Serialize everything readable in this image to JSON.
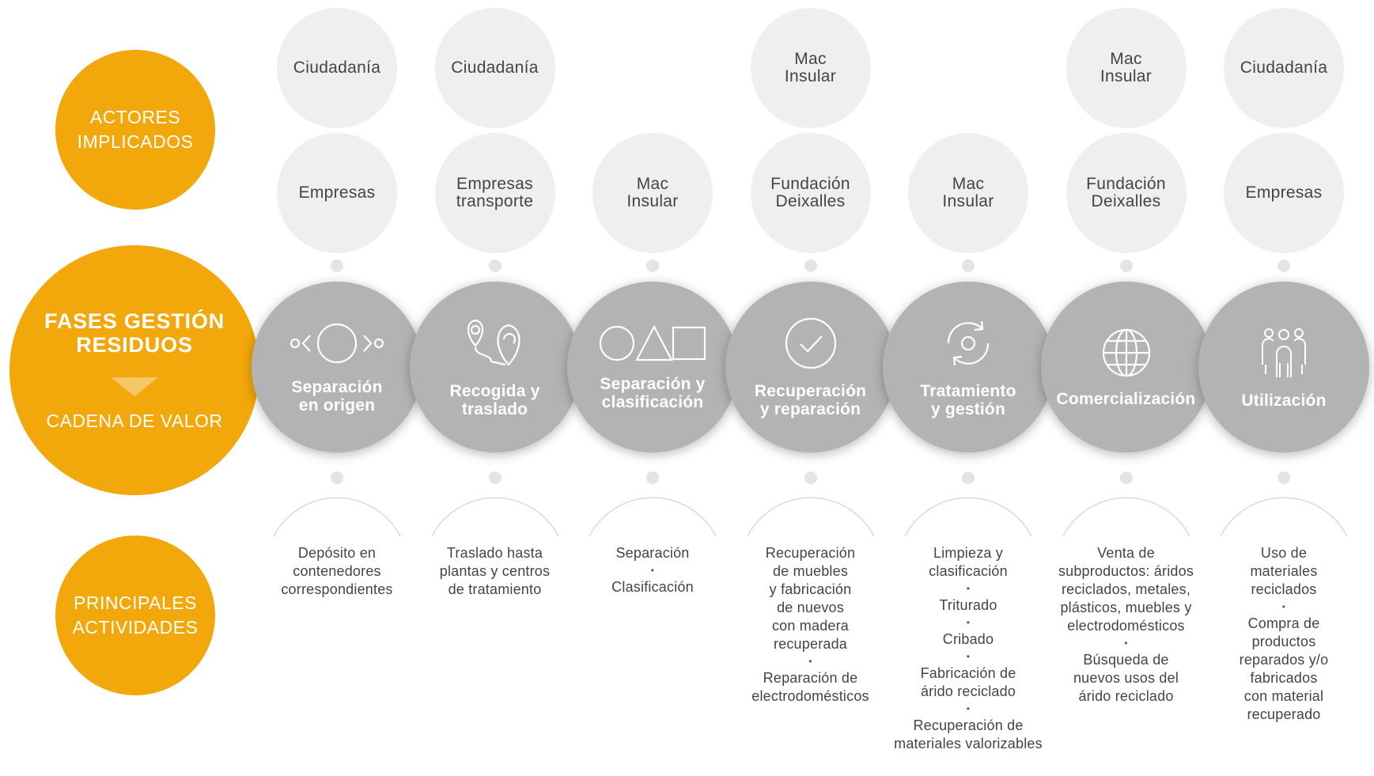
{
  "side_labels": {
    "actores": "ACTORES\nIMPLICADOS",
    "fases_title": "FASES GESTIÓN\nRESIDUOS",
    "cadena": "CADENA DE VALOR",
    "actividades": "PRINCIPALES\nACTIVIDADES"
  },
  "columns": [
    {
      "top_actor": "Ciudadanía",
      "actor": "Empresas",
      "phase": "Separación\nen origen",
      "icon": "shapes-arrows-icon",
      "activities": [
        "Depósito  en\ncontenedores\ncorrespondientes"
      ]
    },
    {
      "top_actor": "Ciudadanía",
      "actor": "Empresas\ntransporte",
      "phase": "Recogida y\ntraslado",
      "icon": "route-pins-icon",
      "activities": [
        "Traslado hasta\nplantas y centros\nde tratamiento"
      ]
    },
    {
      "top_actor": null,
      "actor": "Mac\nInsular",
      "phase": "Separación y\nclasificación",
      "icon": "geometric-shapes-icon",
      "activities": [
        "Separación",
        "Clasificación"
      ]
    },
    {
      "top_actor": "Mac\nInsular",
      "actor": "Fundación\nDeixalles",
      "phase": "Recuperación\ny reparación",
      "icon": "check-circle-icon",
      "activities": [
        "Recuperación\nde muebles\ny fabricación\nde nuevos\ncon madera\nrecuperada",
        "Reparación de\nelectrodomésticos"
      ]
    },
    {
      "top_actor": null,
      "actor": "Mac\nInsular",
      "phase": "Tratamiento\ny gestión",
      "icon": "recycle-cycle-icon",
      "activities": [
        "Limpieza y\nclasificación",
        "Triturado",
        "Cribado",
        "Fabricación de\nárido reciclado",
        "Recuperación de\nmateriales valorizables"
      ]
    },
    {
      "top_actor": "Mac\nInsular",
      "actor": "Fundación\nDeixalles",
      "phase": "Comercialización",
      "icon": "globe-icon",
      "activities": [
        "Venta de\nsubproductos: áridos\nreciclados, metales,\nplásticos, muebles y\nelectrodomésticos",
        "Búsqueda de\nnuevos usos del\nárido reciclado"
      ]
    },
    {
      "top_actor": "Ciudadanía",
      "actor": "Empresas",
      "phase": "Utilización",
      "icon": "people-group-icon",
      "activities": [
        "Uso de\nmateriales\nreciclados",
        "Compra de\nproductos\nreparados y/o\nfabricados\ncon material\nrecuperado"
      ]
    }
  ],
  "colors": {
    "orange": "#f2a70a",
    "orange_light": "#f7c766",
    "phase_gray": "#b3b3b3",
    "actor_gray": "#efefef",
    "connector_dot": "#e4e4e4"
  }
}
